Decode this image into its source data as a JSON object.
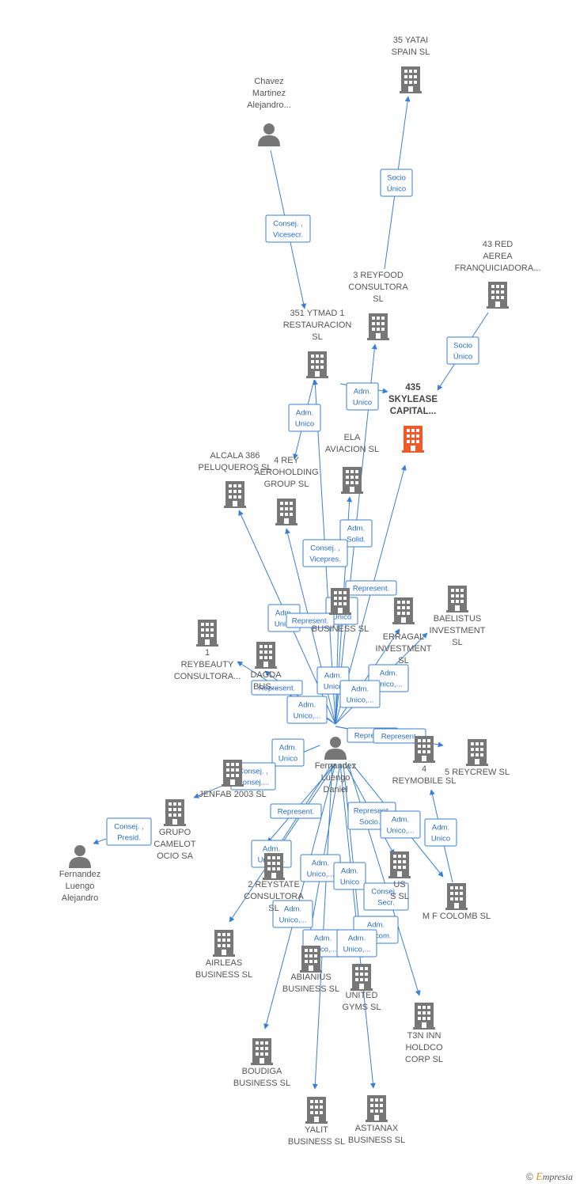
{
  "colors": {
    "edge": "#3a7fd5",
    "company": "#777777",
    "highlight": "#f05a28",
    "person": "#777777"
  },
  "footer": {
    "copyright": "©",
    "brand_e": "E",
    "brand_rest": "mpresia"
  },
  "nodes": [
    {
      "id": "yatai",
      "type": "company",
      "label": [
        "35 YATAI",
        "SPAIN  SL"
      ]
    },
    {
      "id": "chavez",
      "type": "person",
      "label": [
        "Chavez",
        "Martinez",
        "Alejandro..."
      ]
    },
    {
      "id": "redaerea",
      "type": "company",
      "label": [
        "43 RED",
        "AEREA",
        "FRANQUICIADORA..."
      ]
    },
    {
      "id": "reyfood",
      "type": "company",
      "label": [
        "3 REYFOOD",
        "CONSULTORA",
        "SL"
      ]
    },
    {
      "id": "ytmad",
      "type": "company",
      "label": [
        "351 YTMAD 1",
        "RESTAURACION",
        "SL"
      ]
    },
    {
      "id": "skylease",
      "type": "highlight",
      "label": [
        "435",
        "SKYLEASE",
        "CAPITAL..."
      ]
    },
    {
      "id": "ela",
      "type": "company",
      "label": [
        "ELA",
        "AVIACION SL"
      ]
    },
    {
      "id": "alcala",
      "type": "company",
      "label": [
        "ALCALA 386",
        "PELUQUEROS SL"
      ]
    },
    {
      "id": "aeroholding",
      "type": "company",
      "label": [
        "4 REY",
        "AEROHOLDING",
        "GROUP  SL"
      ]
    },
    {
      "id": "business",
      "type": "company",
      "label": [
        "BUSINESS  SL"
      ]
    },
    {
      "id": "baelistus",
      "type": "company",
      "label": [
        "BAELISTUS",
        "INVESTMENT",
        "SL"
      ]
    },
    {
      "id": "erragal",
      "type": "company",
      "label": [
        "ERRAGAL",
        "INVESTMENT",
        "SL"
      ]
    },
    {
      "id": "reybeauty",
      "type": "company",
      "label": [
        "1",
        "REYBEAUTY",
        "CONSULTORA..."
      ]
    },
    {
      "id": "dagda",
      "type": "company",
      "label": [
        "DAGDA",
        "BUS..."
      ]
    },
    {
      "id": "fernandez_daniel",
      "type": "person",
      "label": [
        "Fernandez",
        "Luengo",
        "Daniel"
      ]
    },
    {
      "id": "reymobile",
      "type": "company",
      "label": [
        "4",
        "REYMOBILE  SL"
      ]
    },
    {
      "id": "reycrew",
      "type": "company",
      "label": [
        "5 REYCREW  SL"
      ]
    },
    {
      "id": "jenfab",
      "type": "company",
      "label": [
        "JENFAB 2003 SL"
      ]
    },
    {
      "id": "camelot",
      "type": "company",
      "label": [
        "GRUPO",
        "CAMELOT",
        "OCIO SA"
      ]
    },
    {
      "id": "fernandez_alejandro",
      "type": "person",
      "label": [
        "Fernandez",
        "Luengo",
        "Alejandro"
      ]
    },
    {
      "id": "reystate",
      "type": "company",
      "label": [
        "2 REYSTATE",
        "CONSULTORA",
        "SL"
      ]
    },
    {
      "id": "us",
      "type": "company",
      "label": [
        "US",
        "S  SL"
      ]
    },
    {
      "id": "mfcolomb",
      "type": "company",
      "label": [
        "M F COLOMB SL"
      ]
    },
    {
      "id": "airleas",
      "type": "company",
      "label": [
        "AIRLEAS",
        "BUSINESS  SL"
      ]
    },
    {
      "id": "abianius",
      "type": "company",
      "label": [
        "ABIANIUS",
        "BUSINESS  SL"
      ]
    },
    {
      "id": "unitedgyms",
      "type": "company",
      "label": [
        "UNITED",
        "GYMS  SL"
      ]
    },
    {
      "id": "t3n",
      "type": "company",
      "label": [
        "T3N INN",
        "HOLDCO",
        "CORP  SL"
      ]
    },
    {
      "id": "boudiga",
      "type": "company",
      "label": [
        "BOUDIGA",
        "BUSINESS  SL"
      ]
    },
    {
      "id": "yalit",
      "type": "company",
      "label": [
        "YALIT",
        "BUSINESS  SL"
      ]
    },
    {
      "id": "astianax",
      "type": "company",
      "label": [
        "ASTIANAX",
        "BUSINESS  SL"
      ]
    }
  ],
  "edge_labels": [
    {
      "id": "e_chavez_ytmad",
      "text": [
        "Consej. ,",
        "Vicesecr."
      ]
    },
    {
      "id": "e_reyfood_yatai",
      "text": [
        "Socio",
        "Único"
      ]
    },
    {
      "id": "e_red_sky",
      "text": [
        "Socio",
        "Único"
      ]
    },
    {
      "id": "e_ytmad_sky",
      "text": [
        "Adm.",
        "Unico"
      ]
    },
    {
      "id": "e_ytmad_aero",
      "text": [
        "Adm.",
        "Unico"
      ]
    },
    {
      "id": "e_ela",
      "text": [
        "Adm.",
        "Solid."
      ]
    },
    {
      "id": "e_vicepres",
      "text": [
        "Consej. ,",
        "Vicepres."
      ]
    },
    {
      "id": "e_represent_sky",
      "text": [
        "Represent."
      ]
    },
    {
      "id": "e_adm_unico_1",
      "text": [
        "Adm.",
        "Unico"
      ]
    },
    {
      "id": "e_adm_unico_2",
      "text": [
        "Adm.",
        "Unico"
      ]
    },
    {
      "id": "e_represent_2",
      "text": [
        "Represent."
      ]
    },
    {
      "id": "e_adm_unico_3",
      "text": [
        "Adm.",
        "Unico,..."
      ]
    },
    {
      "id": "e_adm_unico_4",
      "text": [
        "Adm.",
        "Unico"
      ]
    },
    {
      "id": "e_adm_unico_5",
      "text": [
        "Adm.",
        "Unico,..."
      ]
    },
    {
      "id": "e_represent_3",
      "text": [
        "Represent."
      ]
    },
    {
      "id": "e_adm_unico_6",
      "text": [
        "Adm.",
        "Unico,..."
      ]
    },
    {
      "id": "e_adm_unico_7",
      "text": [
        "Adm.",
        "Unico"
      ]
    },
    {
      "id": "e_represent_4",
      "text": [
        "Represent."
      ]
    },
    {
      "id": "e_represent_5",
      "text": [
        "Represent."
      ]
    },
    {
      "id": "e_consej_jenfab",
      "text": [
        "Consej. ,",
        "Consej...."
      ]
    },
    {
      "id": "e_consej_presid",
      "text": [
        "Consej. ,",
        "Presid."
      ]
    },
    {
      "id": "e_represent_6",
      "text": [
        "Represent."
      ]
    },
    {
      "id": "e_represent_socio",
      "text": [
        "Represent.",
        "Socio..."
      ]
    },
    {
      "id": "e_adm_unico_8",
      "text": [
        "Adm.",
        "Unico,..."
      ]
    },
    {
      "id": "e_adm_unico_mf",
      "text": [
        "Adm.",
        "Unico"
      ]
    },
    {
      "id": "e_adm_unico_9",
      "text": [
        "Adm.",
        "Unico,..."
      ]
    },
    {
      "id": "e_adm_unico_10",
      "text": [
        "Adm.",
        "Unico,..."
      ]
    },
    {
      "id": "e_adm_unico_11",
      "text": [
        "Adm.",
        "Unico"
      ]
    },
    {
      "id": "e_consej_secr",
      "text": [
        "Consej. ,",
        "Secr."
      ]
    },
    {
      "id": "e_adm_unico_12",
      "text": [
        "Adm.",
        "Unico,..."
      ]
    },
    {
      "id": "e_adm_mancom",
      "text": [
        "Adm.",
        "Mancom."
      ]
    },
    {
      "id": "e_adm_unico_13",
      "text": [
        "Adm.",
        "Unico,..."
      ]
    },
    {
      "id": "e_adm_unico_14",
      "text": [
        "Adm.",
        "Unico,..."
      ]
    }
  ]
}
